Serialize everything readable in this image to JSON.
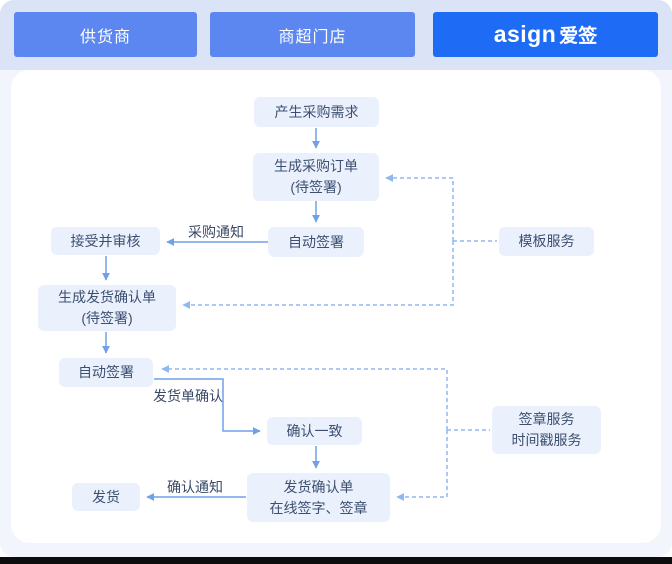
{
  "header": {
    "tabs": [
      {
        "label": "供货商"
      },
      {
        "label": "商超门店"
      }
    ],
    "brand": {
      "latin": "asign",
      "cn": "爱签"
    }
  },
  "flow": {
    "nodes": {
      "demand": "产生采购需求",
      "order_line1": "生成采购订单",
      "order_line2": "(待签署)",
      "autosign1": "自动签署",
      "review": "接受并审核",
      "confirm_line1": "生成发货确认单",
      "confirm_line2": "(待签署)",
      "autosign2": "自动签署",
      "match": "确认一致",
      "sign_line1": "发货确认单",
      "sign_line2": "在线签字、签章",
      "ship": "发货",
      "template": "模板服务",
      "seal_line1": "签章服务",
      "seal_line2": "时间戳服务"
    },
    "edge_labels": {
      "purchase_notice": "采购通知",
      "shipping_confirm": "发货单确认",
      "confirm_notice": "确认通知"
    }
  },
  "colors": {
    "brand_blue": "#1E6BF6",
    "tab_blue": "#5C87F0",
    "header_band": "#DBE3F6",
    "page_bg": "#F2F5FC",
    "canvas_bg": "#FFFFFF",
    "node_fill": "#EAF1FC",
    "node_text": "#3D4F70",
    "solid_arrow": "#6FA0E8",
    "dashed_arrow": "#8FB7F0"
  }
}
